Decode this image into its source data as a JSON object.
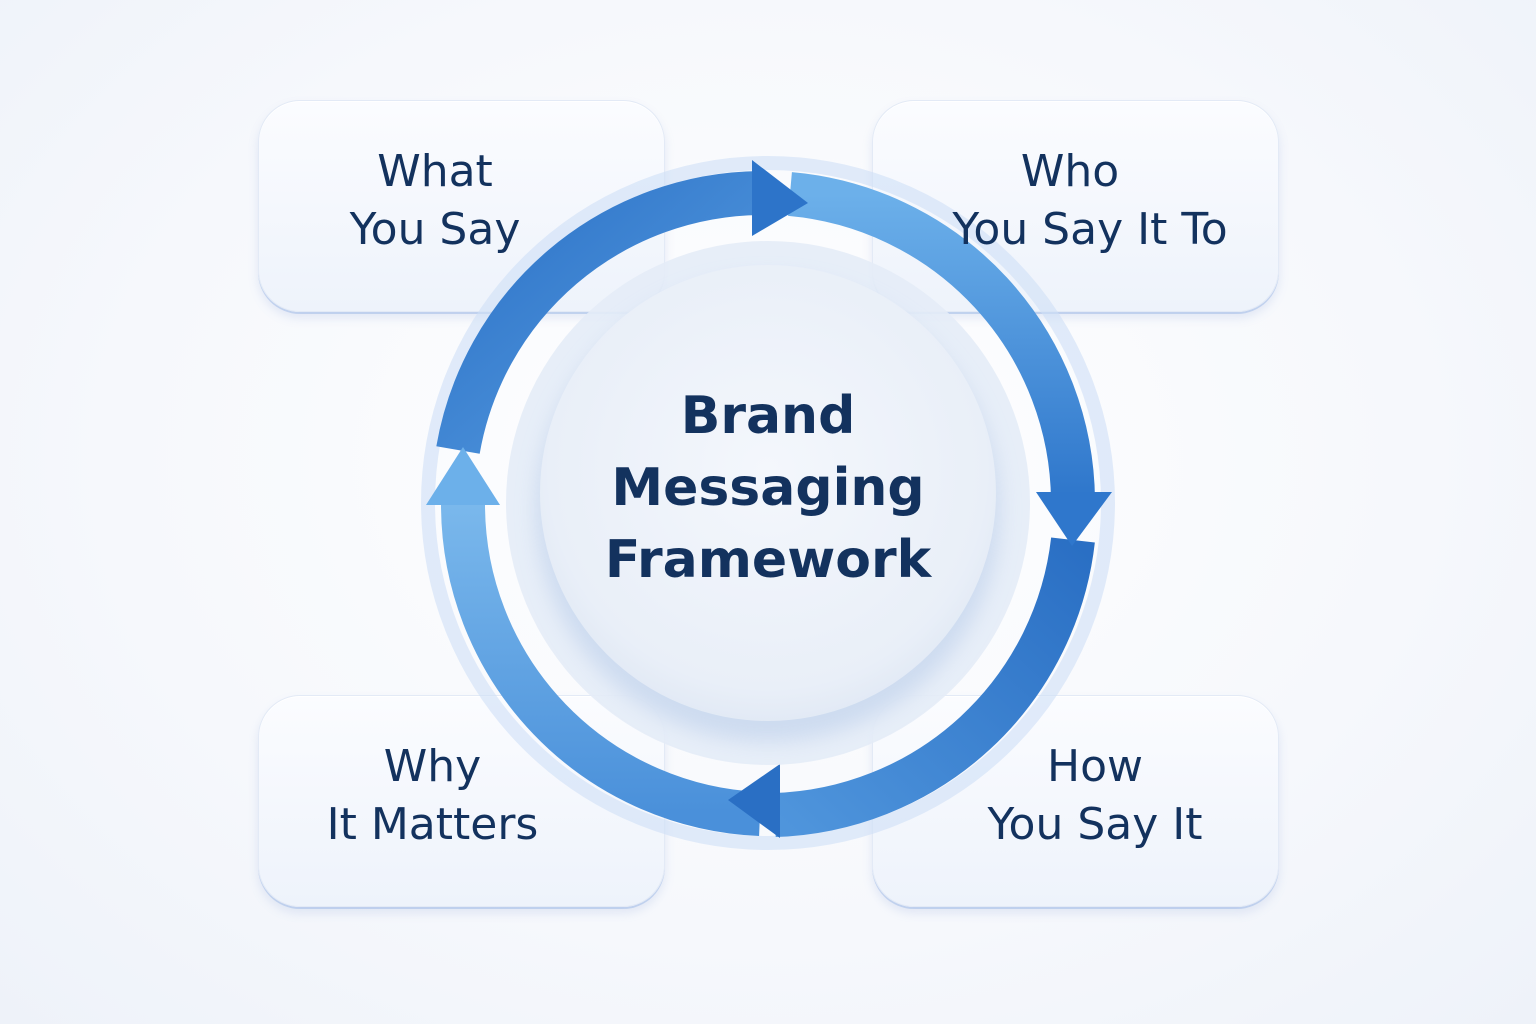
{
  "center": {
    "line1": "Brand",
    "line2": "Messaging",
    "line3": "Framework"
  },
  "cards": {
    "top_left": {
      "line1": "What",
      "line2": "You Say"
    },
    "top_right": {
      "line1": "Who",
      "line2": "You Say It To"
    },
    "bottom_right": {
      "line1": "How",
      "line2": "You Say It"
    },
    "bottom_left": {
      "line1": "Why",
      "line2": "It Matters"
    }
  },
  "colors": {
    "text": "#13325e",
    "ring_dark": "#2f78cc",
    "ring_light": "#6aaee8"
  }
}
